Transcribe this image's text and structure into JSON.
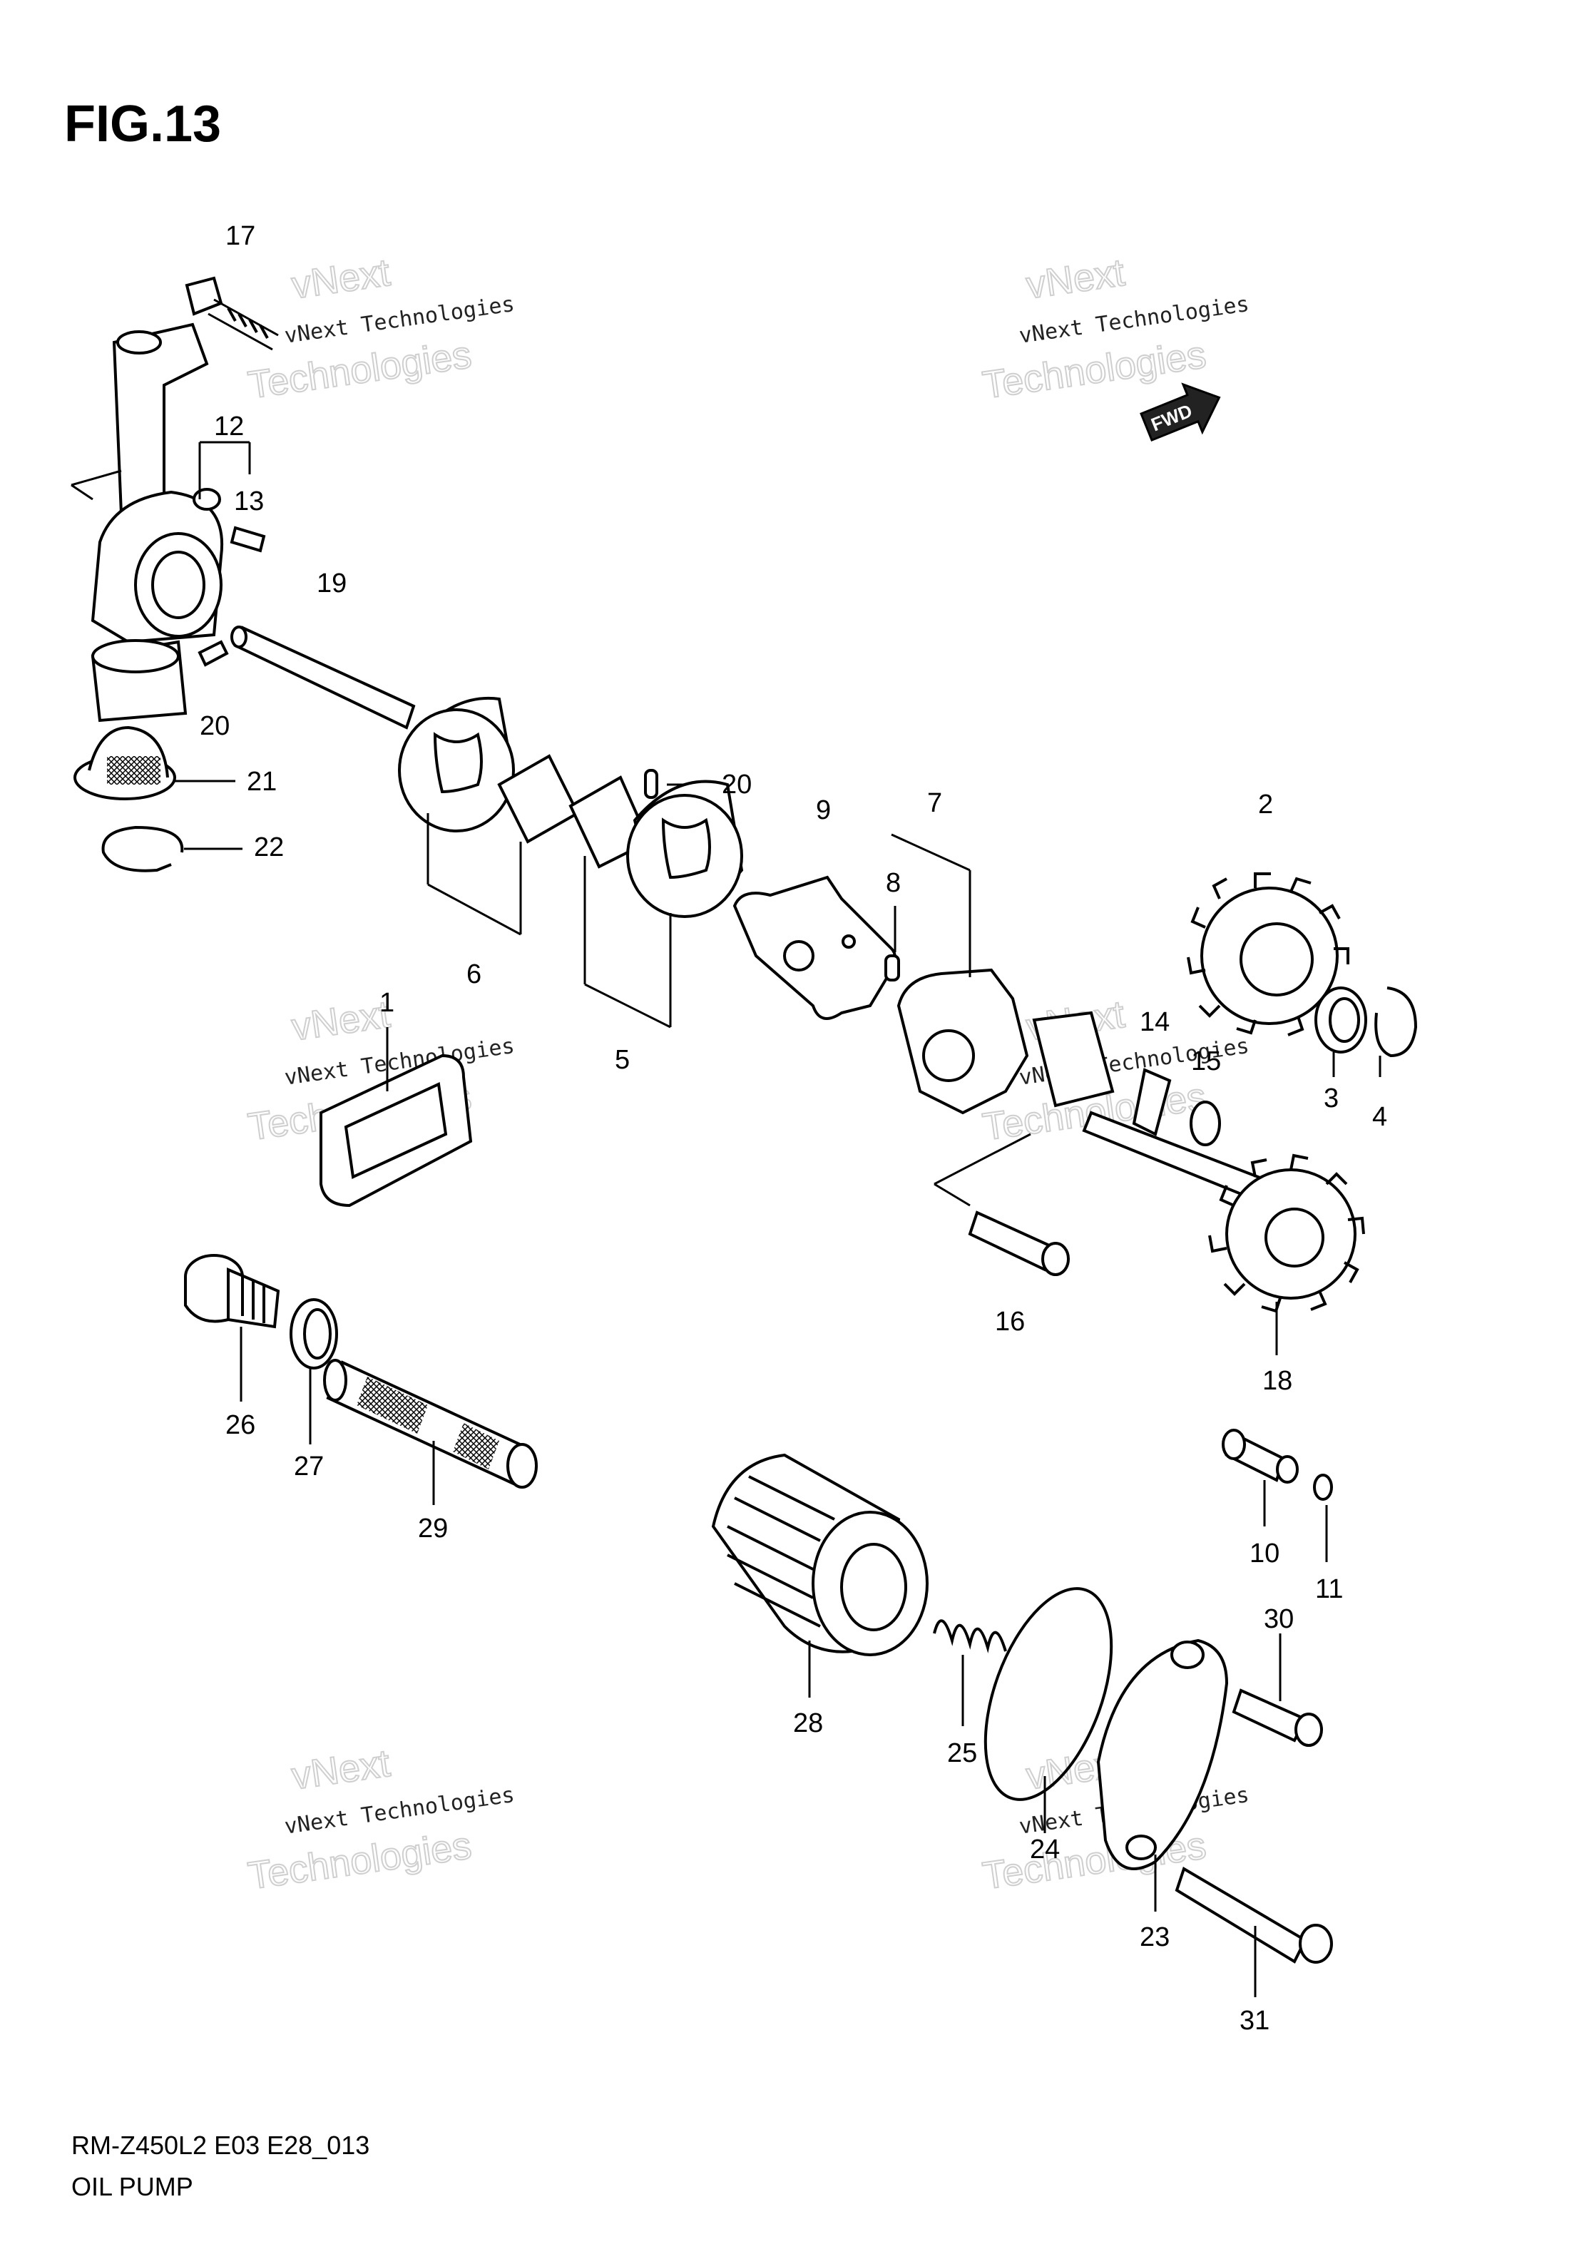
{
  "figure": {
    "title": "FIG.13"
  },
  "footer": {
    "model_code": "RM-Z450L2 E03 E28_013",
    "section_name": "OIL PUMP"
  },
  "fwd_arrow": {
    "label": "FWD"
  },
  "watermark": {
    "line1": "vNext Technologies",
    "line2": "vNext",
    "line3": "Technologies"
  },
  "parts": [
    {
      "id": "p17",
      "num": "17"
    },
    {
      "id": "p12",
      "num": "12"
    },
    {
      "id": "p13",
      "num": "13"
    },
    {
      "id": "p19",
      "num": "19"
    },
    {
      "id": "p20a",
      "num": "20"
    },
    {
      "id": "p21",
      "num": "21"
    },
    {
      "id": "p22",
      "num": "22"
    },
    {
      "id": "p20b",
      "num": "20"
    },
    {
      "id": "p6",
      "num": "6"
    },
    {
      "id": "p5",
      "num": "5"
    },
    {
      "id": "p9",
      "num": "9"
    },
    {
      "id": "p7",
      "num": "7"
    },
    {
      "id": "p8",
      "num": "8"
    },
    {
      "id": "p2",
      "num": "2"
    },
    {
      "id": "p1",
      "num": "1"
    },
    {
      "id": "p14",
      "num": "14"
    },
    {
      "id": "p15",
      "num": "15"
    },
    {
      "id": "p3",
      "num": "3"
    },
    {
      "id": "p4",
      "num": "4"
    },
    {
      "id": "p16",
      "num": "16"
    },
    {
      "id": "p18",
      "num": "18"
    },
    {
      "id": "p26",
      "num": "26"
    },
    {
      "id": "p27",
      "num": "27"
    },
    {
      "id": "p29",
      "num": "29"
    },
    {
      "id": "p10",
      "num": "10"
    },
    {
      "id": "p11",
      "num": "11"
    },
    {
      "id": "p28",
      "num": "28"
    },
    {
      "id": "p30",
      "num": "30"
    },
    {
      "id": "p25",
      "num": "25"
    },
    {
      "id": "p24",
      "num": "24"
    },
    {
      "id": "p23",
      "num": "23"
    },
    {
      "id": "p31",
      "num": "31"
    }
  ]
}
